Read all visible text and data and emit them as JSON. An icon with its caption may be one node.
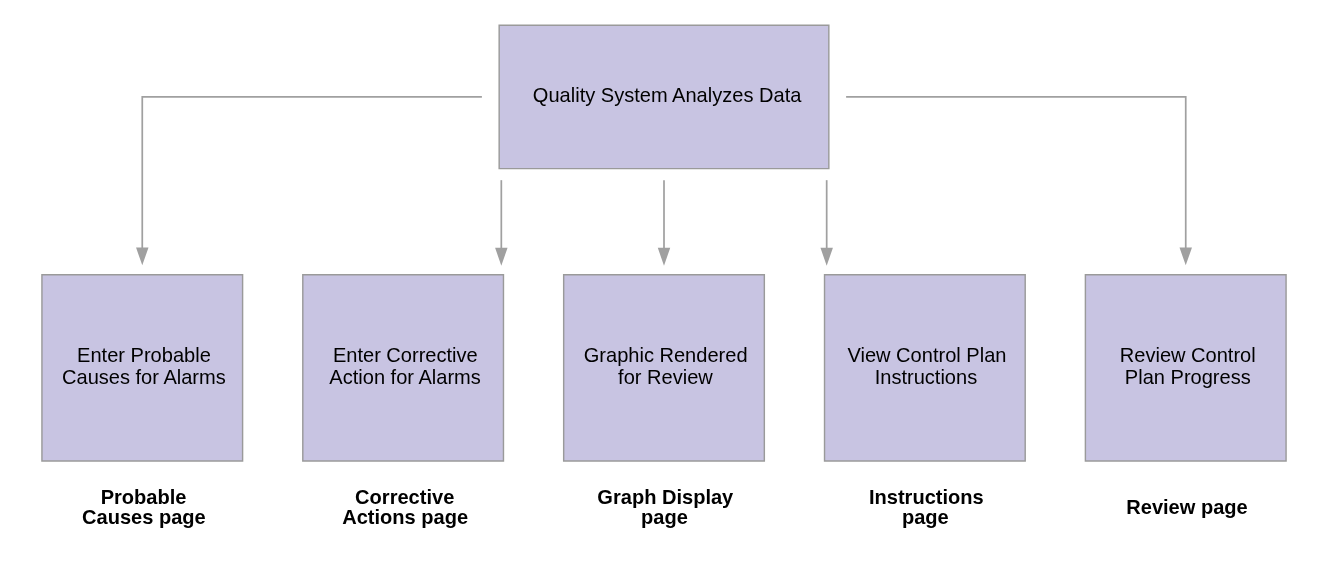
{
  "diagram": {
    "nodes": [
      {
        "text": [
          "Quality System Analyzes Data"
        ]
      },
      {
        "text": [
          "Enter Probable Causes for Alarms"
        ],
        "beside": [
          "Probable Causes page"
        ]
      },
      {
        "text": [
          "Enter Corrective Action for Alarms"
        ],
        "beside": [
          "Corrective Actions page"
        ]
      },
      {
        "text": [
          "Graphic Rendered for Review"
        ],
        "beside": [
          "Graph Display page"
        ]
      },
      {
        "text": [
          "View Control Plan Instructions"
        ],
        "beside": [
          "Instructions page"
        ]
      },
      {
        "text": [
          "Review Control Plan Progress"
        ],
        "beside": [
          "Review page"
        ]
      }
    ],
    "edges": [
      {
        "from": 0,
        "to": 1,
        "arrow": "to"
      },
      {
        "from": 0,
        "to": 2,
        "arrow": "to"
      },
      {
        "from": 0,
        "to": 3,
        "arrow": "to"
      },
      {
        "from": 0,
        "to": 4,
        "arrow": "to"
      },
      {
        "from": 0,
        "to": 5,
        "arrow": "to"
      }
    ]
  }
}
